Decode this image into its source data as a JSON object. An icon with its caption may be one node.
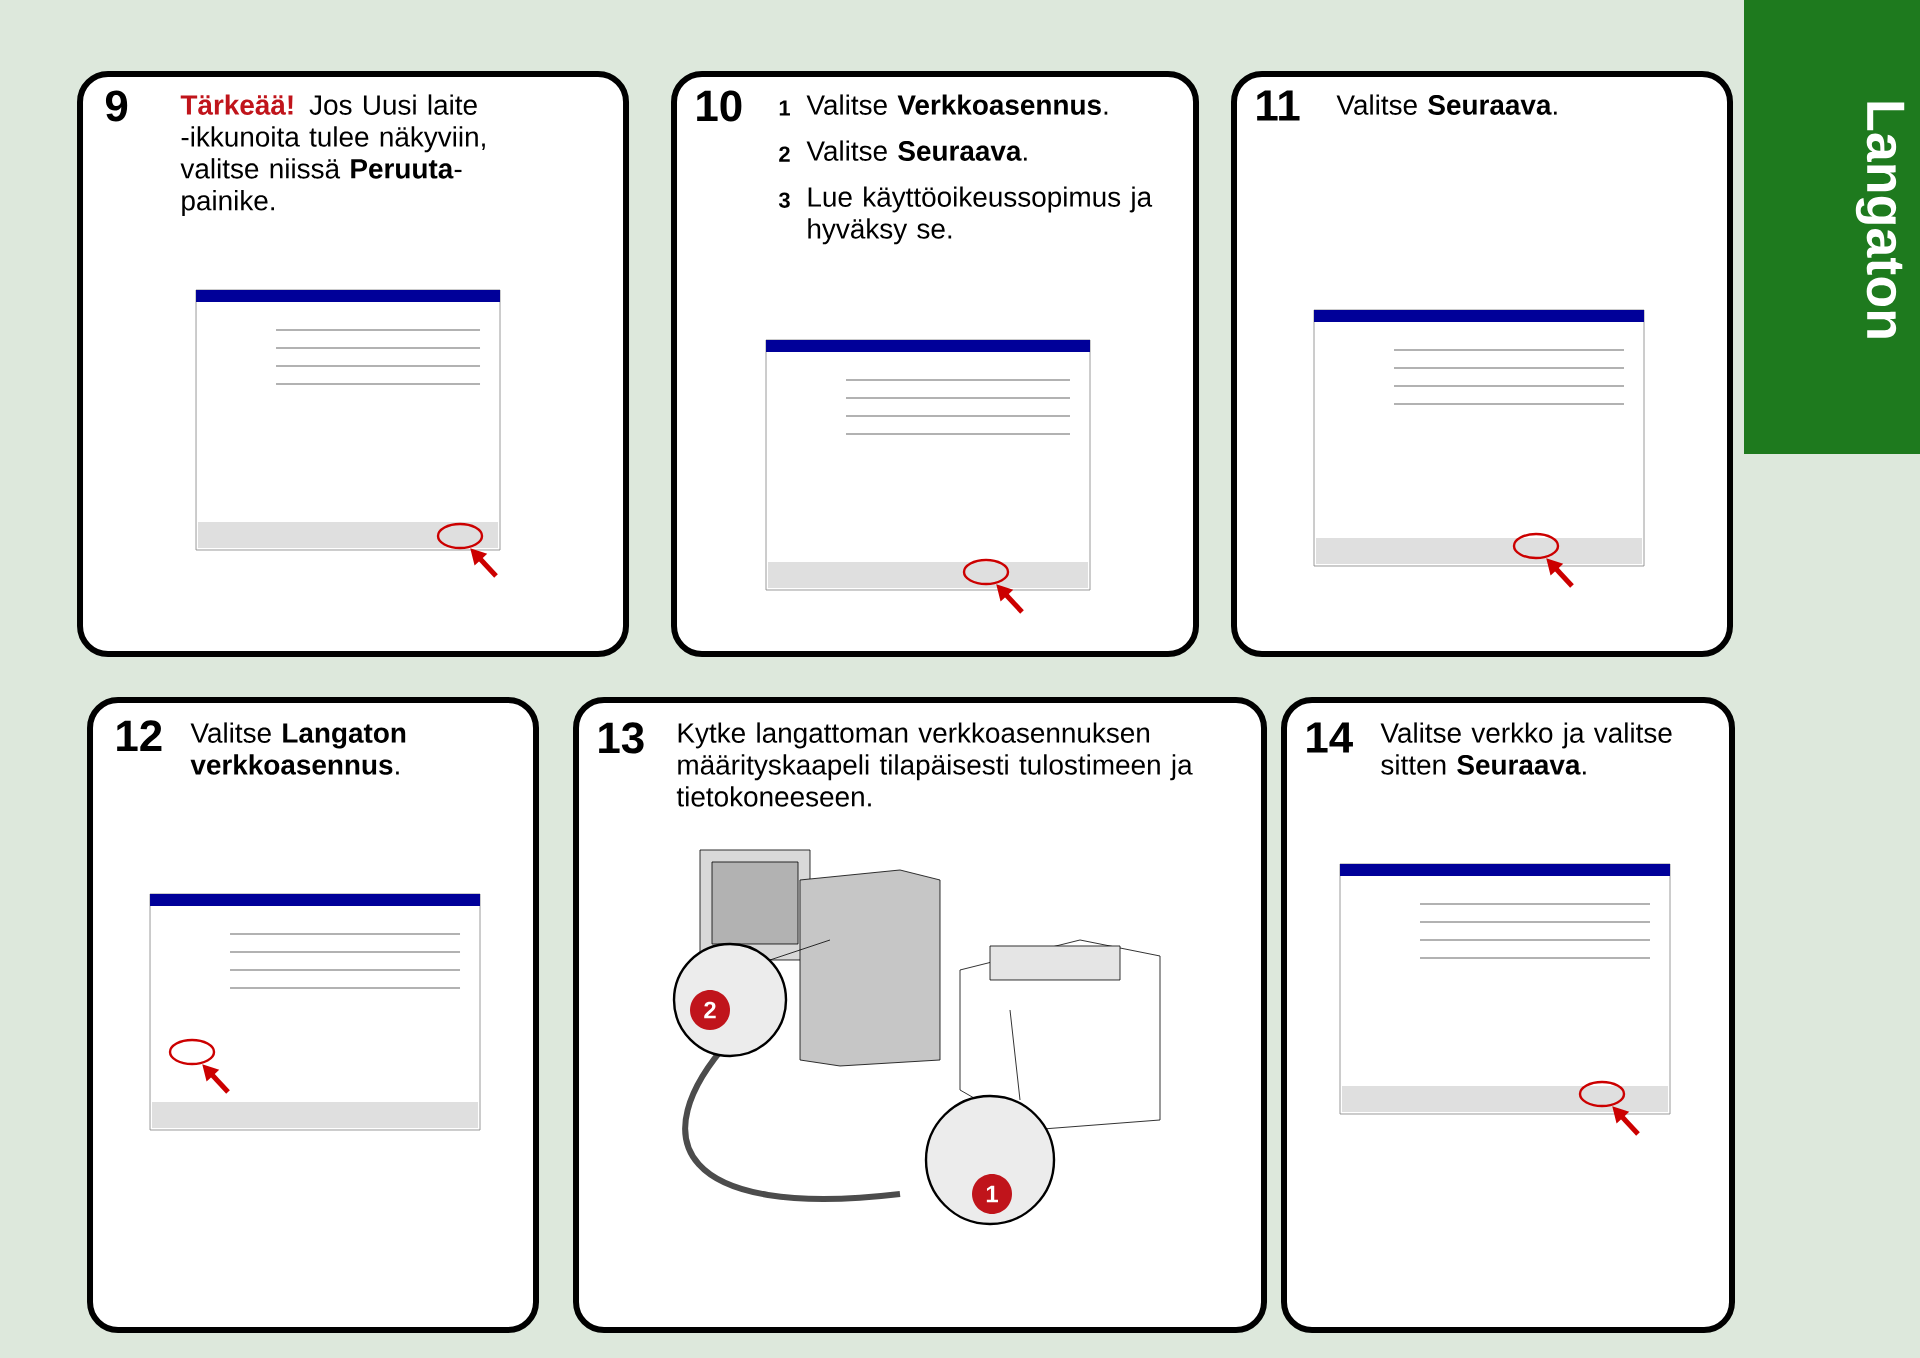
{
  "diagram": {
    "nodes": [
      {
        "text": [
          "9",
          "Tärkeää!",
          "Jos Uusi laite -ikkunoita tulee näkyviin, valitse niissä **Peruuta**-painike."
        ]
      },
      {
        "text": [
          "10",
          "1",
          "Valitse **Verkkoasennus**.",
          "2",
          "Valitse **Seuraava**.",
          "3",
          "Lue käyttöoikeussopimus ja hyväksy se."
        ]
      },
      {
        "text": [
          "11",
          "Valitse **Seuraava**."
        ]
      },
      {
        "text": [
          "12",
          "Valitse **Langaton verkkoasennus**."
        ]
      },
      {
        "text": [
          "13",
          "Kytke langattoman verkkoasennuksen määrityskaapeli tilapäisesti tulostimeen ja tietokoneeseen."
        ]
      },
      {
        "text": [
          "14",
          "Valitse verkko ja valitse sitten **Seuraava**."
        ]
      }
    ],
    "labels": [
      "Langaton",
      "2",
      "1"
    ]
  }
}
